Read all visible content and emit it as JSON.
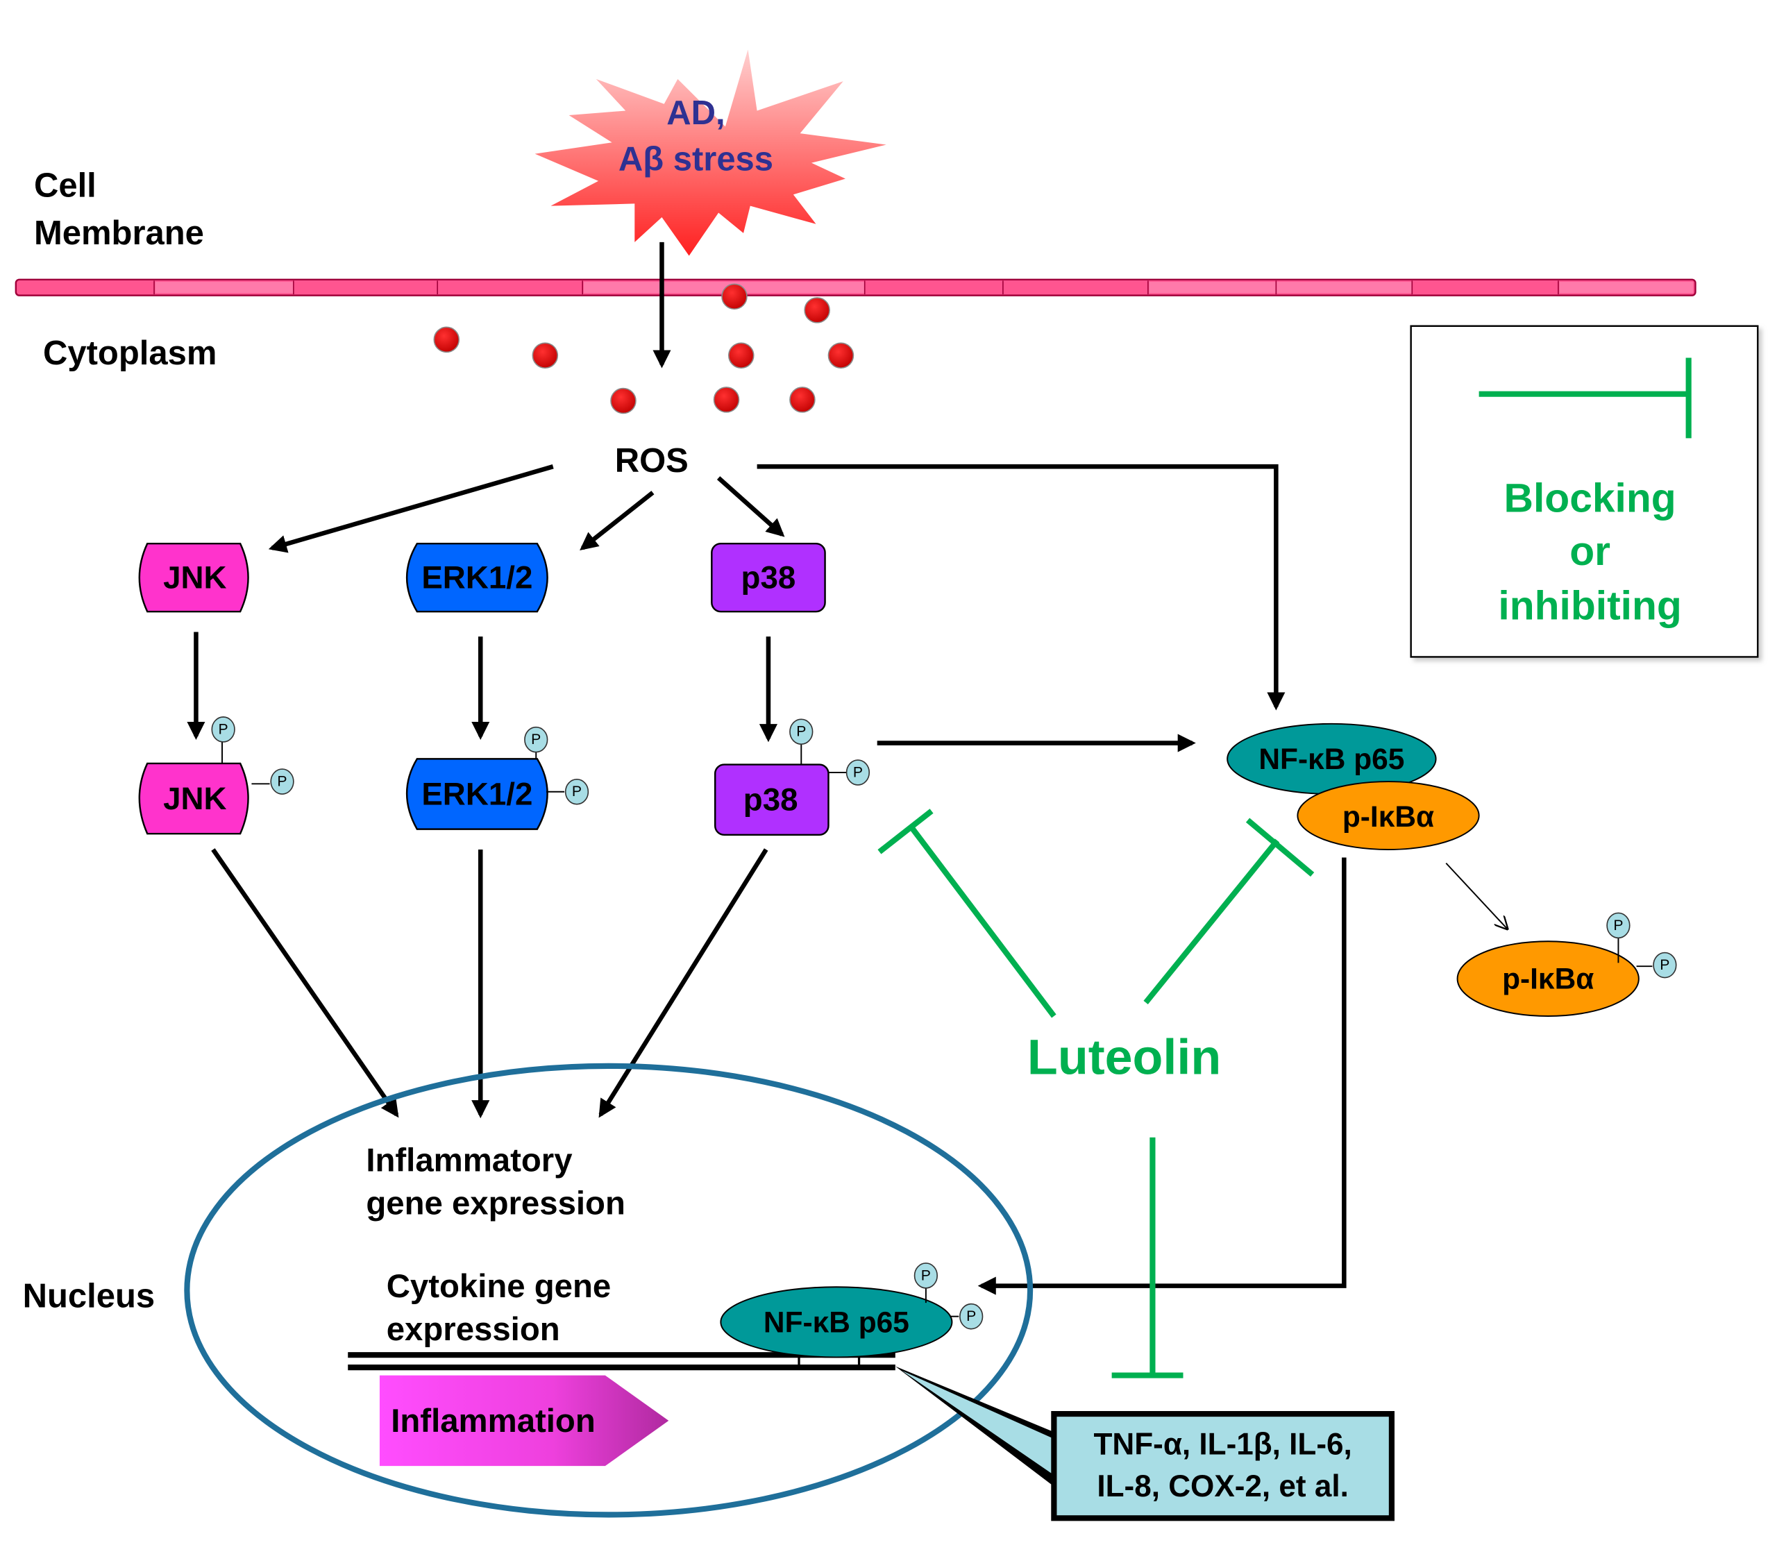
{
  "stimulus": {
    "line1": "AD,",
    "line2": "Aβ stress",
    "text_color": "#2e3192"
  },
  "compartments": {
    "cell_membrane_line1": "Cell",
    "cell_membrane_line2": "Membrane",
    "cytoplasm": "Cytoplasm",
    "nucleus": "Nucleus"
  },
  "ros": {
    "label": "ROS"
  },
  "kinases": {
    "jnk": {
      "label": "JNK",
      "color": "#ff33cc"
    },
    "erk": {
      "label": "ERK1/2",
      "color": "#0066ff"
    },
    "p38": {
      "label": "p38",
      "color": "#b030ff"
    }
  },
  "phospho_label": "P",
  "nfkb": {
    "label": "NF-κB p65",
    "color": "#009999"
  },
  "ikba": {
    "label": "p-IκBα",
    "color": "#ff9900"
  },
  "nucleus_text": {
    "inflammatory_line1": "Inflammatory",
    "inflammatory_line2": "gene expression",
    "cytokine_line1": "Cytokine gene",
    "cytokine_line2": "expression",
    "inflammation": "Inflammation"
  },
  "cytokine_box": {
    "line1": "TNF-α, IL-1β, IL-6,",
    "line2": "IL-8, COX-2, et al.",
    "color": "#a8dde5"
  },
  "inhibitor": {
    "label": "Luteolin",
    "color": "#00b050"
  },
  "legend": {
    "line1": "Blocking",
    "line2": "or",
    "line3": "inhibiting"
  }
}
